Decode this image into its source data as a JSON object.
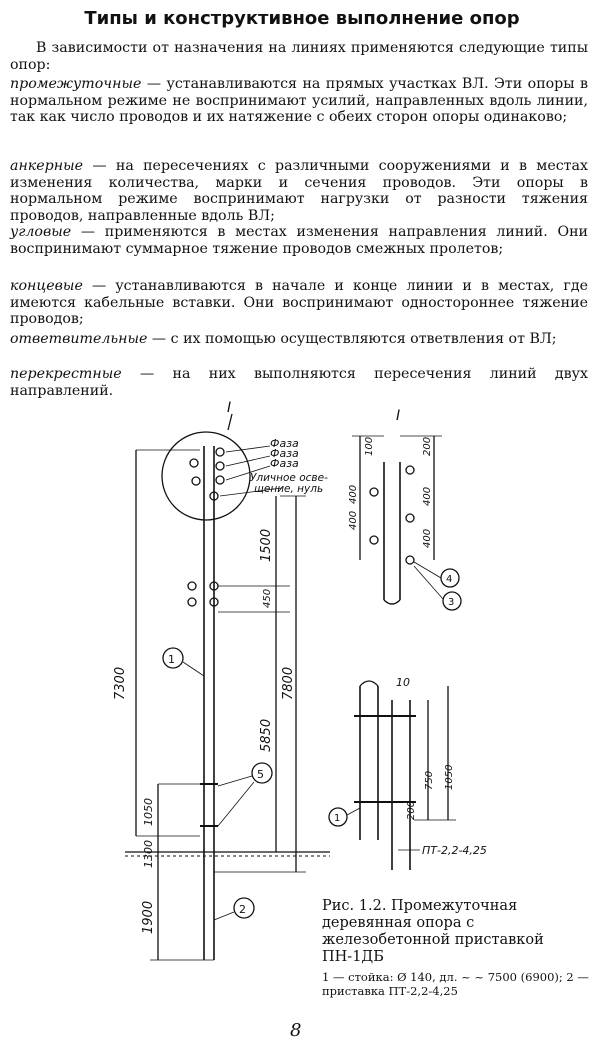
{
  "title": "Типы и конструктивное выполнение опор",
  "intro": "В зависимости от назначения на линиях применяются следующие типы опор:",
  "types": [
    {
      "term": "промежуточные",
      "text": " — устанавливаются на прямых участках ВЛ. Эти опоры в нормальном режиме не воспринимают усилий, направленных вдоль линии, так как число проводов и их натяжение с обеих сторон опоры одинаково;"
    },
    {
      "term": "анкерные",
      "text": " — на пересечениях с различными сооружениями и в местах изменения количества, марки и сечения проводов. Эти опоры в нормальном режиме воспринимают нагрузки от разности тяжения проводов, направленные вдоль ВЛ;"
    },
    {
      "term": "угловые",
      "text": " — применяются в местах изменения направления линий. Они воспринимают суммарное тяжение проводов смежных пролетов;"
    },
    {
      "term": "концевые",
      "text": " — устанавливаются в начале и конце линии и в местах, где имеются кабельные вставки. Они воспринимают одностороннее тяжение проводов;"
    },
    {
      "term": "ответвительные",
      "text": " — с их помощью осуществляются ответвления от ВЛ;"
    },
    {
      "term": "перекрестные",
      "text": " — на них выполняются пересечения линий двух направлений."
    }
  ],
  "figure": {
    "callout_I": "I",
    "labels": [
      "Фаза",
      "Фаза",
      "Фаза",
      "Уличное осве-",
      "щение, нуль"
    ],
    "dims_left": [
      "7300",
      "1050",
      "1300",
      "1900"
    ],
    "dims_mid": [
      "1500",
      "450",
      "5850"
    ],
    "dims_right": [
      "7800"
    ],
    "detail_I": {
      "title": "I",
      "dims": [
        "100",
        "200",
        "400",
        "400",
        "400",
        "400"
      ],
      "markers": [
        "4",
        "3"
      ]
    },
    "detail_bottom": {
      "dims": [
        "10",
        "750",
        "1050",
        "200"
      ],
      "marker": "1",
      "label": "ПТ-2,2-4,25"
    },
    "markers": [
      "1",
      "5",
      "2"
    ]
  },
  "caption": {
    "main": "Рис. 1.2. Промежуточная деревянная опора с железобетонной приставкой ПН-1ДБ",
    "sub": "1 — стойка: Ø 140, дл. ~ ~ 7500 (6900); 2 — приставка ПТ-2,2-4,25"
  },
  "page_number": "8"
}
